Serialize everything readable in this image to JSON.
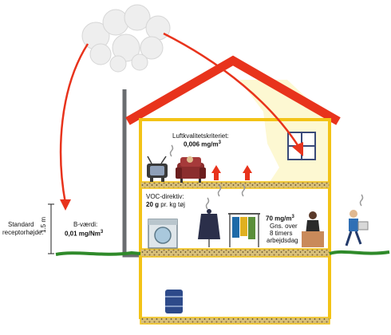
{
  "colors": {
    "house_wall": "#f3c316",
    "roof": "#e8331c",
    "arrow": "#e8331c",
    "wall_fill": "#fdf8d2",
    "ground": "#2f8a2a",
    "chimney": "#6a6d70",
    "cloud": "#eeeeee",
    "floor_fill": "#d8c07a"
  },
  "labels": {
    "air_quality_title": "Luftkvalitetskriteriet:",
    "air_quality_value": "0,006 mg/m",
    "voc_title": "VOC-direktiv:",
    "voc_value": "20 g",
    "voc_rest": " pr. kg tøj",
    "conc_value": "70 mg/m",
    "conc_line2": "Gns. over",
    "conc_line3": "8 timers",
    "conc_line4": "arbejdsdag",
    "standard_line1": "Standard",
    "standard_line2": "receptorhøjde:",
    "height": "1.5 m",
    "b_value_title": "B-værdi:",
    "b_value_value": "0,01 mg/Nm",
    "superscript3": "3"
  }
}
